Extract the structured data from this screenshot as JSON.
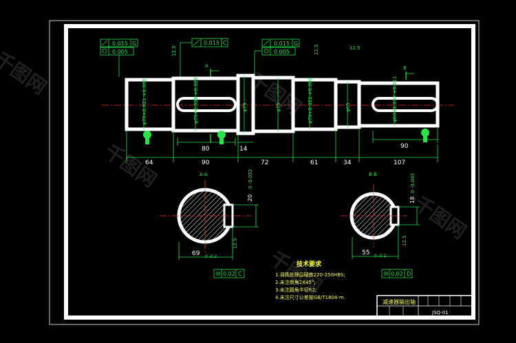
{
  "colors": {
    "background": "#000000",
    "outline": "#ffffff",
    "dimension": "#27e34a",
    "centerline": "#ff3030",
    "text": "#ffff55"
  },
  "tolerance_frames": {
    "left": {
      "r1": "0.015",
      "d1": "G",
      "r2": "0.005"
    },
    "middle": {
      "r1": "0.015",
      "d1": "C"
    },
    "right": {
      "r1": "0.015",
      "d1": "G",
      "r2": "0.005"
    }
  },
  "shaft": {
    "dia_left": "φ70+0.021 +0.002",
    "dia_key1": "φ70+0.039 +0.020",
    "dia_collar": "φ79",
    "dia_75": "φ75",
    "dia_right": "φ70+0.021 +0.002",
    "dia_65": "φ65",
    "dia_end": "φ60+0.032 +0.011",
    "roughness_val": "12.5",
    "seg_lengths": [
      "64",
      "90",
      "72",
      "61",
      "34",
      "107"
    ],
    "keyway_len1": "80",
    "shoulder": "14",
    "keyway_len2": "90",
    "section_a": "A",
    "section_b": "B",
    "section_title_a": "A-A",
    "section_title_b": "B-B"
  },
  "section_a": {
    "width": "20",
    "width_tol": "0 -0.052",
    "depth": "69",
    "depth_tol": "0 -0.2",
    "sym": "0.02",
    "sym_d": "C"
  },
  "section_b": {
    "width": "18",
    "width_tol": "0 -0.043",
    "depth": "55",
    "depth_tol": "0 -0.2",
    "sym": "0.02",
    "sym_d": "D"
  },
  "notes": {
    "title": "技术要求",
    "items": [
      "1.调质处理后硬度220-250HBS;",
      "2.未注倒角2X45°;",
      "3.未注圆角半径R2;",
      "4.未注尺寸公差按GB/T1804-m."
    ]
  },
  "title_block": {
    "name": "减速器输出轴",
    "code": "JSQ-01"
  },
  "watermark": "千图网"
}
